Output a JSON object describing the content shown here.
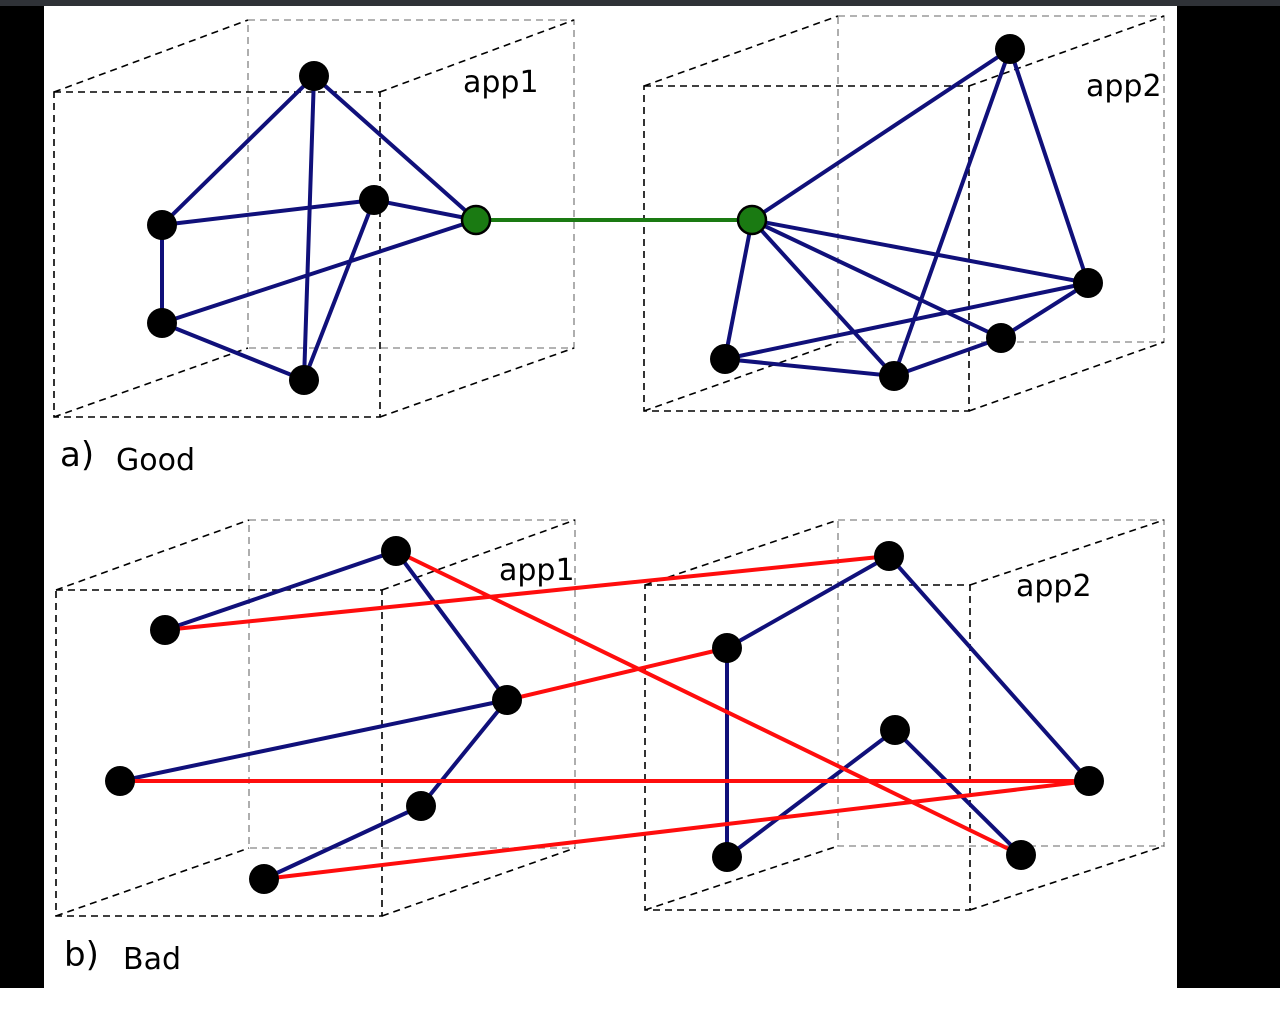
{
  "panels": [
    {
      "id": "a",
      "letter": "a)",
      "caption": "Good",
      "apps": [
        {
          "label": "app1"
        },
        {
          "label": "app2"
        }
      ]
    },
    {
      "id": "b",
      "letter": "b)",
      "caption": "Bad",
      "apps": [
        {
          "label": "app1"
        },
        {
          "label": "app2"
        }
      ]
    }
  ],
  "colors": {
    "intra_edge": "#10107a",
    "good_link": "#1a7a12",
    "bad_link": "#ff0d0d",
    "node": "#000000",
    "gateway_node": "#1a7a12",
    "box_front": "#000000",
    "box_back": "#9a9a9a"
  }
}
